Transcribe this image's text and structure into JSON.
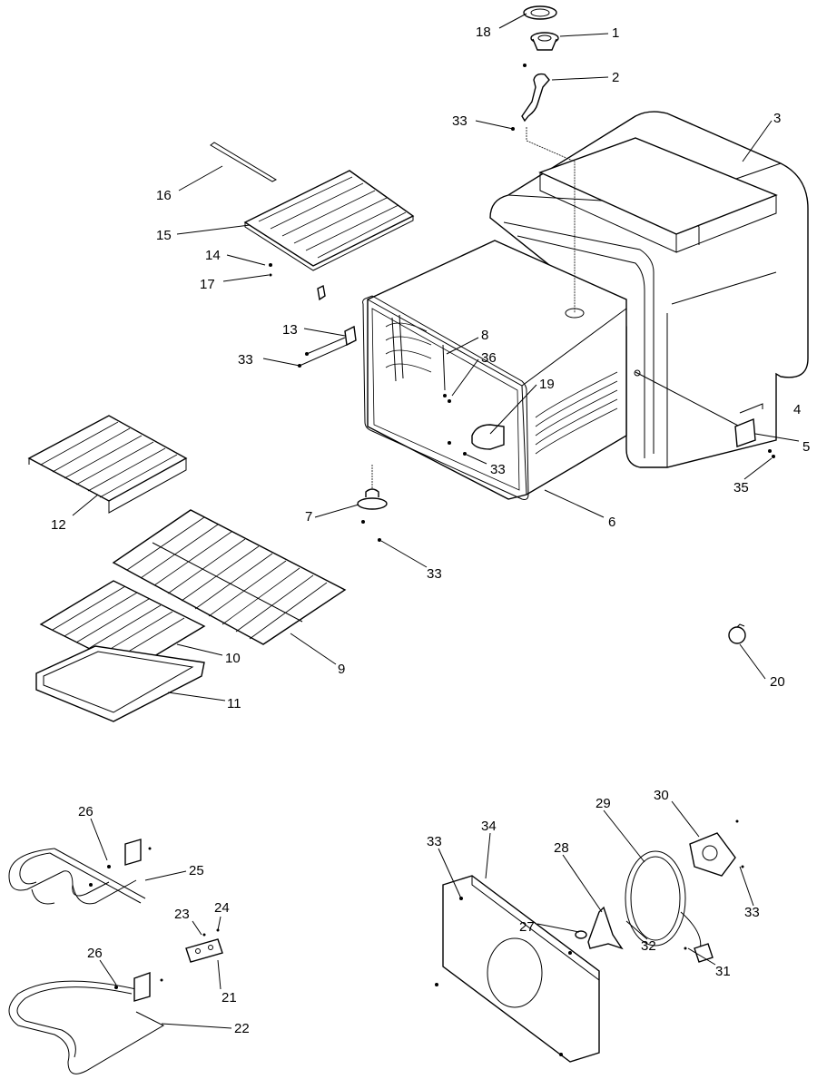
{
  "diagram": {
    "callouts": [
      {
        "id": "c18",
        "text": "18"
      },
      {
        "id": "c1",
        "text": "1"
      },
      {
        "id": "c2",
        "text": "2"
      },
      {
        "id": "c33a",
        "text": "33"
      },
      {
        "id": "c3",
        "text": "3"
      },
      {
        "id": "c16",
        "text": "16"
      },
      {
        "id": "c15",
        "text": "15"
      },
      {
        "id": "c14",
        "text": "14"
      },
      {
        "id": "c17",
        "text": "17"
      },
      {
        "id": "c13",
        "text": "13"
      },
      {
        "id": "c33b",
        "text": "33"
      },
      {
        "id": "c8",
        "text": "8"
      },
      {
        "id": "c36",
        "text": "36"
      },
      {
        "id": "c19",
        "text": "19"
      },
      {
        "id": "c4",
        "text": "4"
      },
      {
        "id": "c5",
        "text": "5"
      },
      {
        "id": "c35",
        "text": "35"
      },
      {
        "id": "c33c",
        "text": "33"
      },
      {
        "id": "c6",
        "text": "6"
      },
      {
        "id": "c7",
        "text": "7"
      },
      {
        "id": "c33d",
        "text": "33"
      },
      {
        "id": "c12",
        "text": "12"
      },
      {
        "id": "c10",
        "text": "10"
      },
      {
        "id": "c9",
        "text": "9"
      },
      {
        "id": "c11",
        "text": "11"
      },
      {
        "id": "c20",
        "text": "20"
      },
      {
        "id": "c26a",
        "text": "26"
      },
      {
        "id": "c25",
        "text": "25"
      },
      {
        "id": "c23",
        "text": "23"
      },
      {
        "id": "c24",
        "text": "24"
      },
      {
        "id": "c26b",
        "text": "26"
      },
      {
        "id": "c21",
        "text": "21"
      },
      {
        "id": "c22",
        "text": "22"
      },
      {
        "id": "c33e",
        "text": "33"
      },
      {
        "id": "c34",
        "text": "34"
      },
      {
        "id": "c29",
        "text": "29"
      },
      {
        "id": "c30",
        "text": "30"
      },
      {
        "id": "c28",
        "text": "28"
      },
      {
        "id": "c27",
        "text": "27"
      },
      {
        "id": "c32",
        "text": "32"
      },
      {
        "id": "c33f",
        "text": "33"
      },
      {
        "id": "c31",
        "text": "31"
      }
    ]
  }
}
